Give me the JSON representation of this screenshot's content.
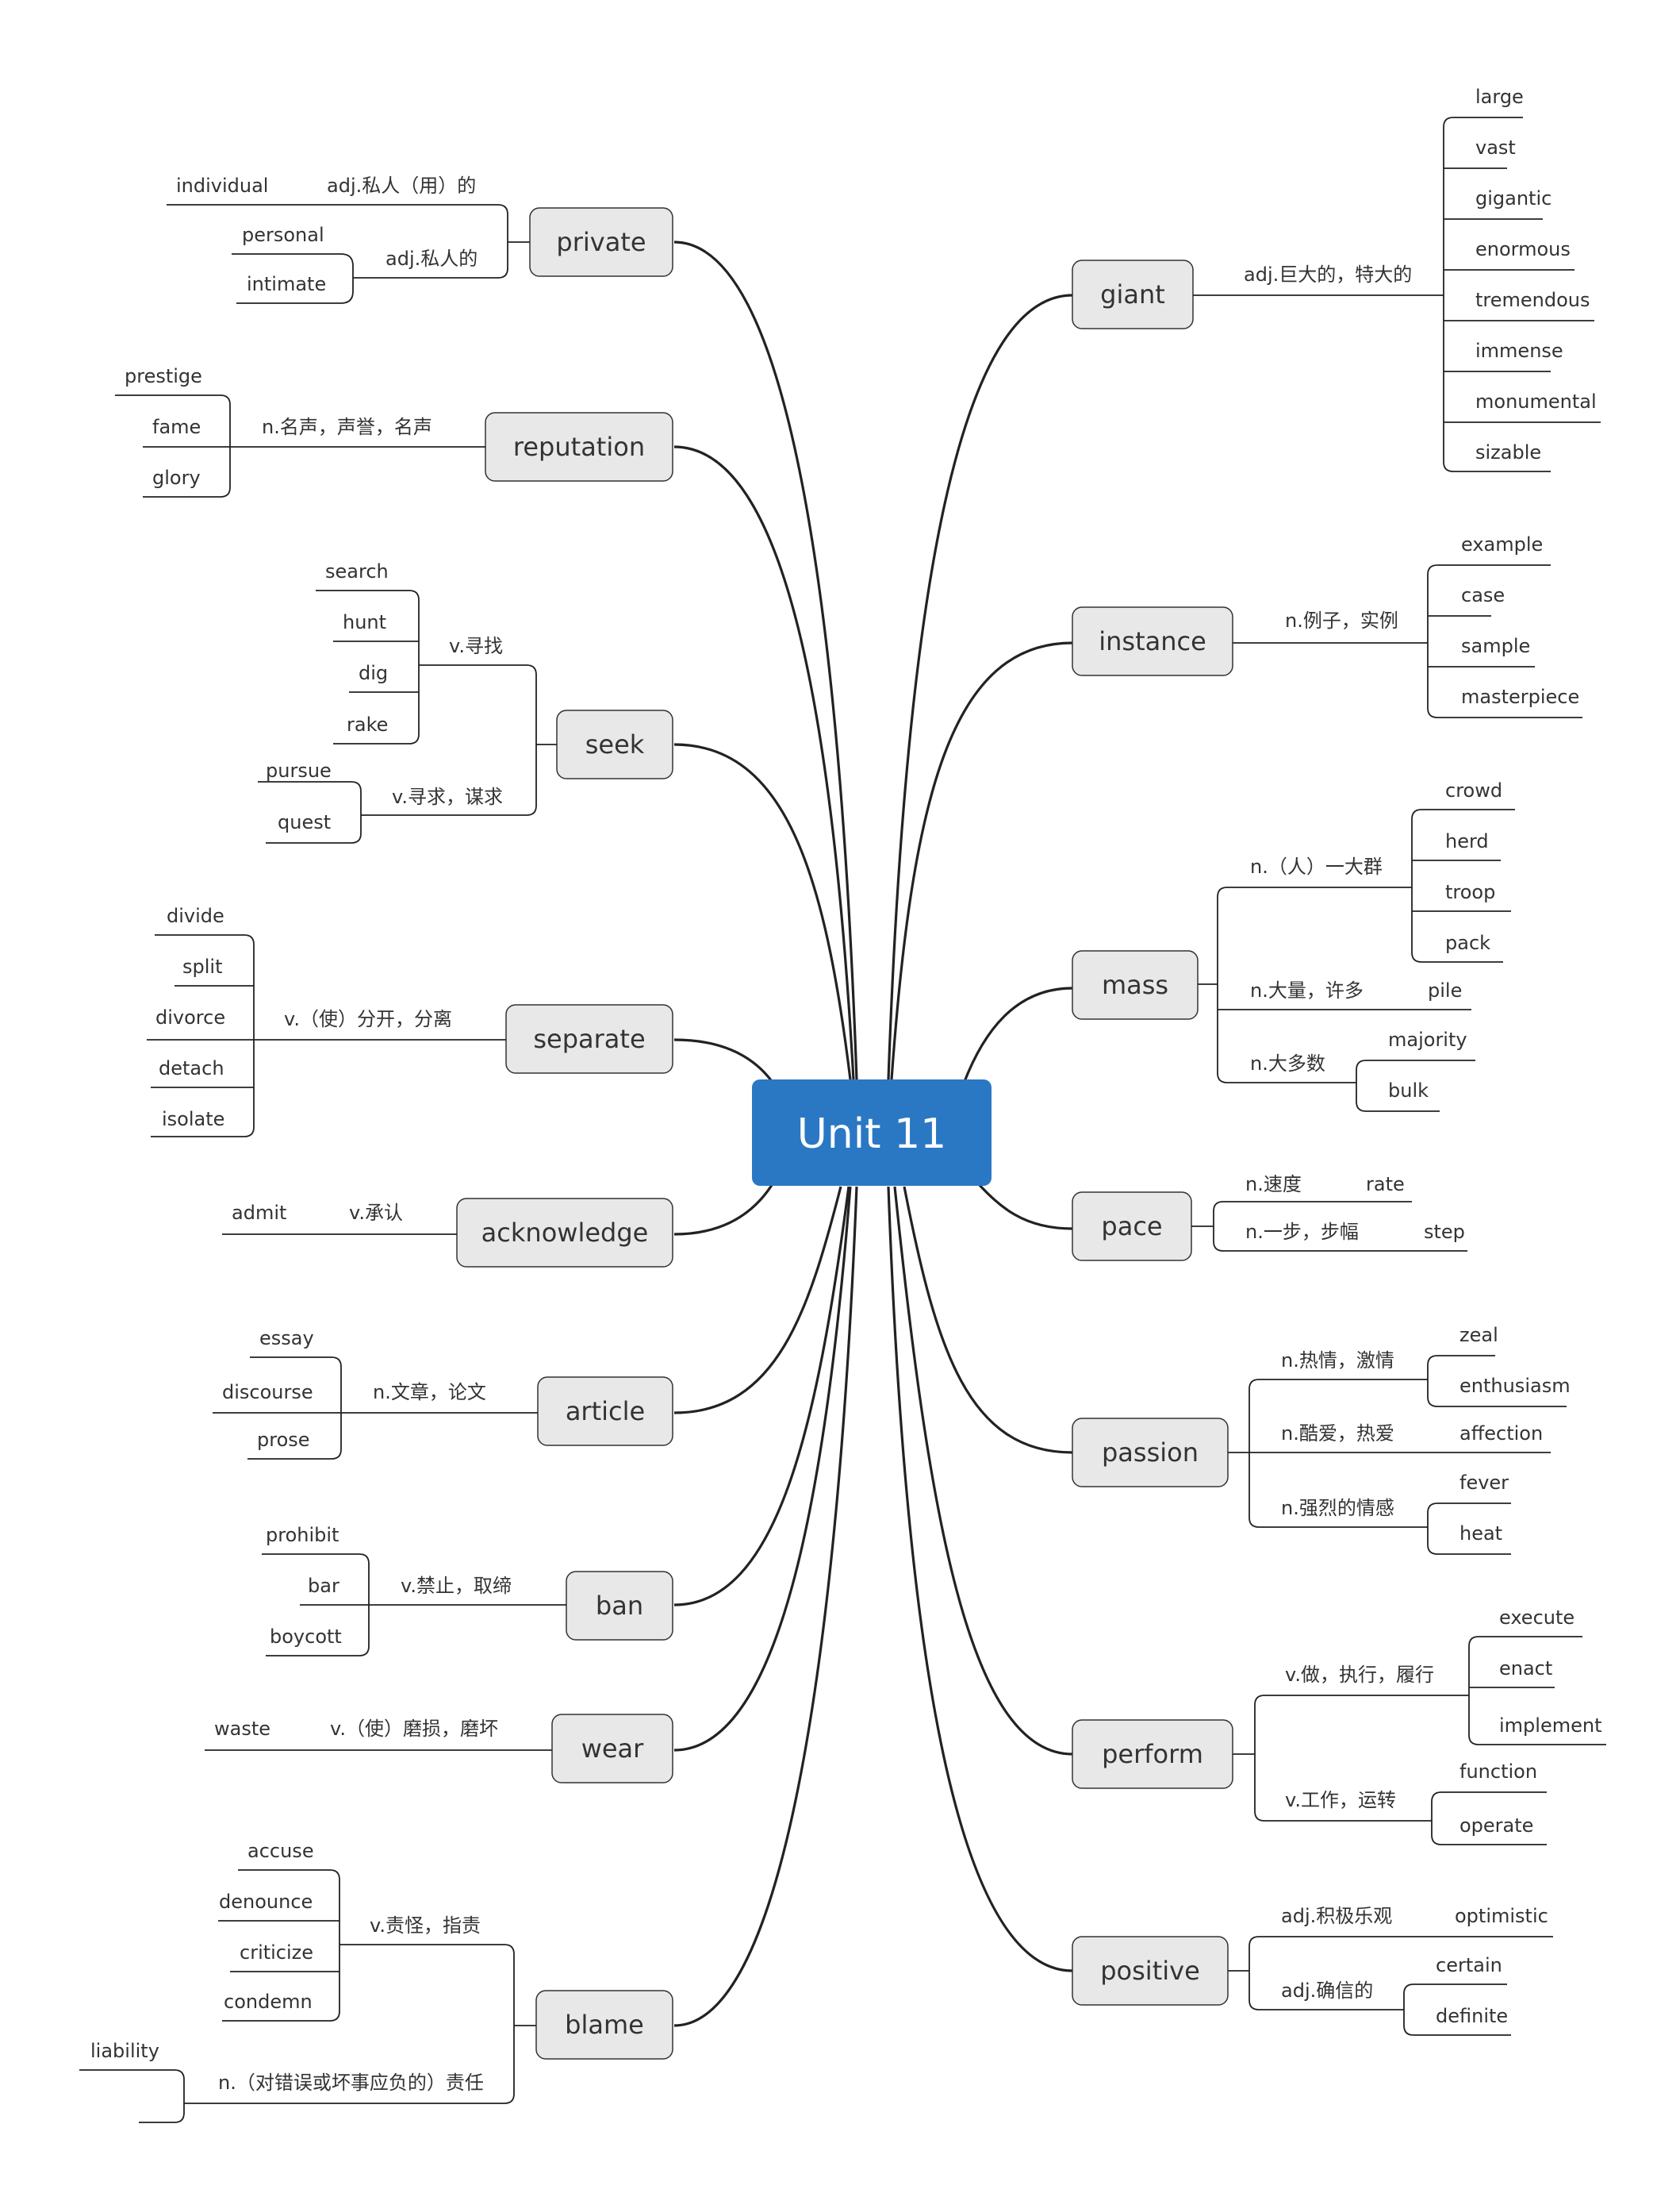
{
  "center": "Unit 11",
  "colors": {
    "center": "#2a78c4",
    "topic_fill": "#e8e8e8",
    "line": "#222222",
    "text": "#333333"
  },
  "topics": {
    "private": {
      "label": "private",
      "m1": "adj.私人（用）的",
      "m1w1": "individual",
      "m2": "adj.私人的",
      "m2w1": "personal",
      "m2w2": "intimate"
    },
    "reputation": {
      "label": "reputation",
      "m1": "n.名声，声誉，名声",
      "w1": "prestige",
      "w2": "fame",
      "w3": "glory"
    },
    "seek": {
      "label": "seek",
      "m1": "v.寻找",
      "m1w1": "search",
      "m1w2": "hunt",
      "m1w3": "dig",
      "m1w4": "rake",
      "m2": "v.寻求，谋求",
      "m2w1": "pursue",
      "m2w2": "quest"
    },
    "separate": {
      "label": "separate",
      "m1": "v.（使）分开，分离",
      "w1": "divide",
      "w2": "split",
      "w3": "divorce",
      "w4": "detach",
      "w5": "isolate"
    },
    "acknowledge": {
      "label": "acknowledge",
      "m1": "v.承认",
      "w1": "admit"
    },
    "article": {
      "label": "article",
      "m1": "n.文章，论文",
      "w1": "essay",
      "w2": "discourse",
      "w3": "prose"
    },
    "ban": {
      "label": "ban",
      "m1": "v.禁止，取缔",
      "w1": "prohibit",
      "w2": "bar",
      "w3": "boycott"
    },
    "wear": {
      "label": "wear",
      "m1": "v.（使）磨损，磨坏",
      "w1": "waste"
    },
    "blame": {
      "label": "blame",
      "m1": "v.责怪，指责",
      "m1w1": "accuse",
      "m1w2": "denounce",
      "m1w3": "criticize",
      "m1w4": "condemn",
      "m2": "n.（对错误或坏事应负的）责任",
      "m2w1": "liability"
    },
    "giant": {
      "label": "giant",
      "m1": "adj.巨大的，特大的",
      "w1": "large",
      "w2": "vast",
      "w3": "gigantic",
      "w4": "enormous",
      "w5": "tremendous",
      "w6": "immense",
      "w7": "monumental",
      "w8": "sizable"
    },
    "instance": {
      "label": "instance",
      "m1": "n.例子，实例",
      "w1": "example",
      "w2": "case",
      "w3": "sample",
      "w4": "masterpiece"
    },
    "mass": {
      "label": "mass",
      "m1": "n.（人）一大群",
      "m1w1": "crowd",
      "m1w2": "herd",
      "m1w3": "troop",
      "m1w4": "pack",
      "m2": "n.大量，许多",
      "m2w1": "pile",
      "m3": "n.大多数",
      "m3w1": "majority",
      "m3w2": "bulk"
    },
    "pace": {
      "label": "pace",
      "m1": "n.速度",
      "m1w1": "rate",
      "m2": "n.一步，步幅",
      "m2w1": "step"
    },
    "passion": {
      "label": "passion",
      "m1": "n.热情，激情",
      "m1w1": "zeal",
      "m1w2": "enthusiasm",
      "m2": "n.酷爱，热爱",
      "m2w1": "affection",
      "m3": "n.强烈的情感",
      "m3w1": "fever",
      "m3w2": "heat"
    },
    "perform": {
      "label": "perform",
      "m1": "v.做，执行，履行",
      "m1w1": "execute",
      "m1w2": "enact",
      "m1w3": "implement",
      "m2": "v.工作，运转",
      "m2w1": "function",
      "m2w2": "operate"
    },
    "positive": {
      "label": "positive",
      "m1": "adj.积极乐观",
      "m1w1": "optimistic",
      "m2": "adj.确信的",
      "m2w1": "certain",
      "m2w2": "definite"
    }
  }
}
